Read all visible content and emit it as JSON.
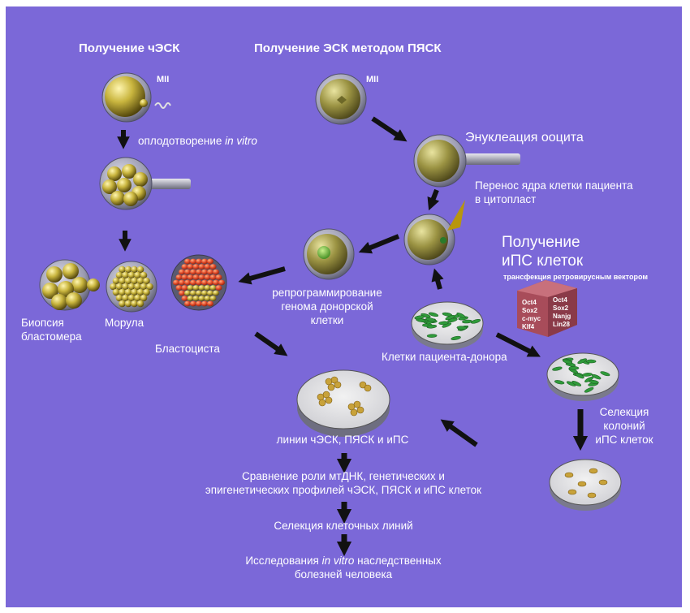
{
  "headers": {
    "hesc": "Получение чЭСК",
    "scnt": "Получение ЭСК методом ПЯСК",
    "ips_line1": "Получение",
    "ips_line2": "иПС клеток",
    "ips_sub": "трансфекция ретровирусным вектором"
  },
  "labels": {
    "mii_left": "MII",
    "mii_right": "MII",
    "ivf_text": "оплодотворение ",
    "ivf_italic": "in vitro",
    "enucleation": "Энуклеация ооцита",
    "transfer_line1": "Перенос ядра клетки пациента",
    "transfer_line2": "в цитопласт",
    "biopsy_line1": "Биопсия",
    "biopsy_line2": "бластомера",
    "morula": "Морула",
    "blastocyst": "Бластоциста",
    "reprog_line1": "репрограммирование",
    "reprog_line2": "генома донорской",
    "reprog_line3": "клетки",
    "donor_cells": "Клетки пациента-донора",
    "selection_line1": "Селекция",
    "selection_line2": "колоний",
    "selection_line3": "иПС клеток",
    "lines": "линии чЭСК, ПЯСК и иПС",
    "compare_line1": "Сравнение роли мтДНК, генетических и",
    "compare_line2": "эпигенетических профилей чЭСК, ПЯСК и иПС клеток",
    "select_lines": "Селекция клеточных линий",
    "research_pre": "Исследования ",
    "research_italic": "in vitro",
    "research_post": " наследственных",
    "research_line2": "болезней человека"
  },
  "factors_left": [
    "Oct4",
    "Sox2",
    "c-myc",
    "Klf4"
  ],
  "factors_right": [
    "Oct4",
    "Sox2",
    "Nanjg",
    "Lin28"
  ],
  "colors": {
    "background": "#7b68d8",
    "arrow": "#111111",
    "cell_gold": "#d8c45a",
    "blastocyst_red": "#e24a2a",
    "donor_cell_green": "#2f9a3a",
    "vector_box": "#b25c6a"
  }
}
